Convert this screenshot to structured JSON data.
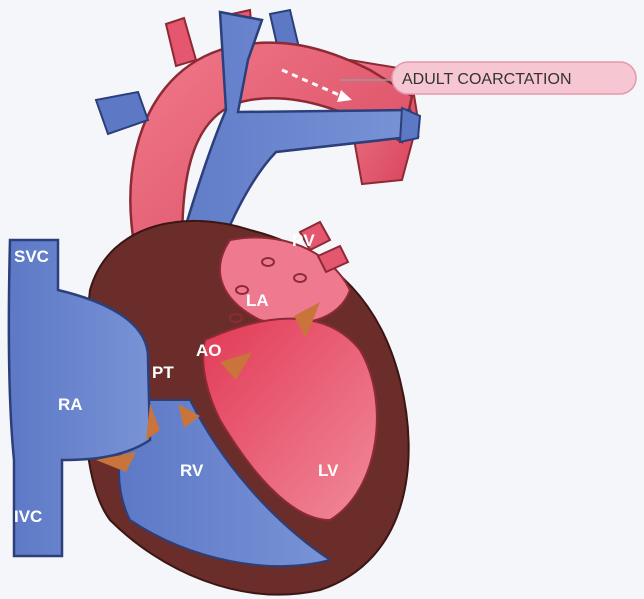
{
  "labels": {
    "svc": "SVC",
    "ivc": "IVC",
    "ra": "RA",
    "rv": "RV",
    "lv": "LV",
    "la": "LA",
    "ao": "AO",
    "pt": "PT",
    "pv": "PV"
  },
  "callout": {
    "text": "ADULT COARCTATION"
  },
  "colors": {
    "background": "#f4f6fa",
    "venous_blue": "#6b86cf",
    "arterial_red": "#e4576e",
    "myocardium": "#6a2d29",
    "valve_tan": "#c8743a",
    "callout_pink": "#f6c6d2"
  }
}
